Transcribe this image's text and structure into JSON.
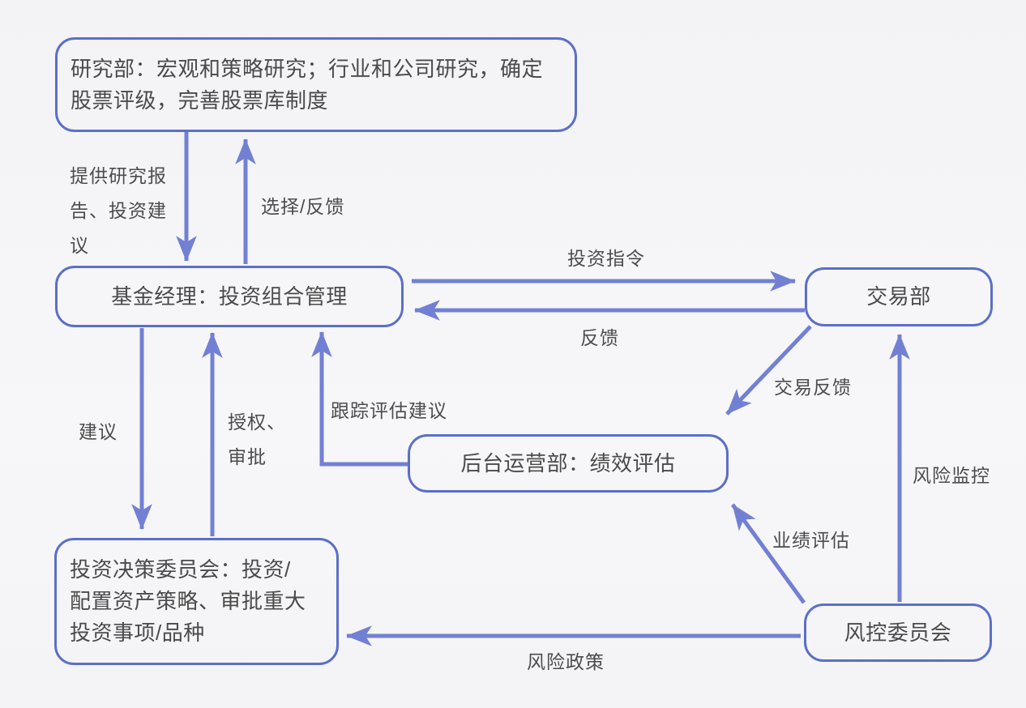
{
  "colors": {
    "background": "#f5f5f7",
    "box_border": "#5b6fc9",
    "arrow": "#7280d4",
    "text": "#4a4a4a"
  },
  "nodes": {
    "research": {
      "label": "研究部：宏观和策略研究；行业和公司研究，确定\n股票评级，完善股票库制度"
    },
    "fund_manager": {
      "label": "基金经理：投资组合管理"
    },
    "trading": {
      "label": "交易部"
    },
    "back_office": {
      "label": "后台运营部：绩效评估"
    },
    "investment_committee": {
      "label": "投资决策委员会：投资/\n配置资产策略、审批重大\n投资事项/品种"
    },
    "risk_committee": {
      "label": "风控委员会"
    }
  },
  "edges": {
    "provide_research": {
      "label": "提供研究报\n告、投资建\n议",
      "from": "research",
      "to": "fund_manager"
    },
    "select_feedback": {
      "label": "选择/反馈",
      "from": "fund_manager",
      "to": "research"
    },
    "invest_order": {
      "label": "投资指令",
      "from": "fund_manager",
      "to": "trading"
    },
    "trade_to_pm_feedback": {
      "label": "反馈",
      "from": "trading",
      "to": "fund_manager"
    },
    "suggest": {
      "label": "建议",
      "from": "fund_manager",
      "to": "investment_committee"
    },
    "authorize_approve": {
      "label": "授权、\n审批",
      "from": "investment_committee",
      "to": "fund_manager"
    },
    "track_eval_suggest": {
      "label": "跟踪评估建议",
      "from": "back_office",
      "to": "fund_manager"
    },
    "trade_feedback": {
      "label": "交易反馈",
      "from": "trading",
      "to": "back_office"
    },
    "risk_monitor": {
      "label": "风险监控",
      "from": "risk_committee",
      "to": "trading"
    },
    "performance_eval": {
      "label": "业绩评估",
      "from": "risk_committee",
      "to": "back_office"
    },
    "risk_policy": {
      "label": "风险政策",
      "from": "risk_committee",
      "to": "investment_committee"
    }
  }
}
